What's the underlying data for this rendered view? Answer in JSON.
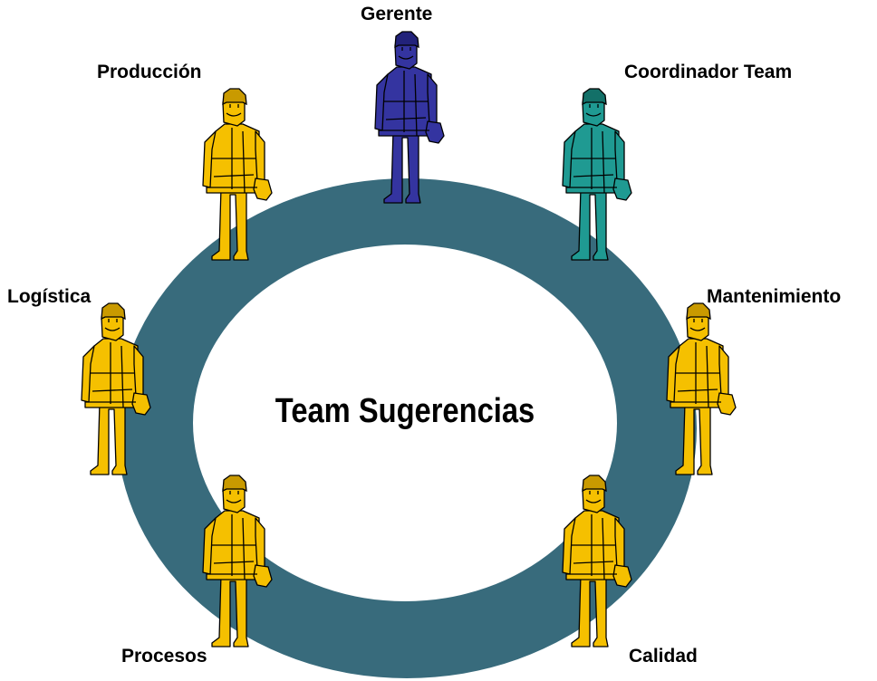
{
  "diagram": {
    "center_title": "Team Sugerencias",
    "ring_color": "#386b7c",
    "members": [
      {
        "id": "gerente",
        "label": "Gerente",
        "color": "#3434a0",
        "shade": "#22227a"
      },
      {
        "id": "coordinador",
        "label": "Coordinador Team",
        "color": "#1f9a92",
        "shade": "#137068"
      },
      {
        "id": "mantenimiento",
        "label": "Mantenimiento",
        "color": "#f5c000",
        "shade": "#c99a00"
      },
      {
        "id": "calidad",
        "label": "Calidad",
        "color": "#f5c000",
        "shade": "#c99a00"
      },
      {
        "id": "procesos",
        "label": "Procesos",
        "color": "#f5c000",
        "shade": "#c99a00"
      },
      {
        "id": "logistica",
        "label": "Logística",
        "color": "#f5c000",
        "shade": "#c99a00"
      },
      {
        "id": "produccion",
        "label": "Producción",
        "color": "#f5c000",
        "shade": "#c99a00"
      }
    ]
  }
}
